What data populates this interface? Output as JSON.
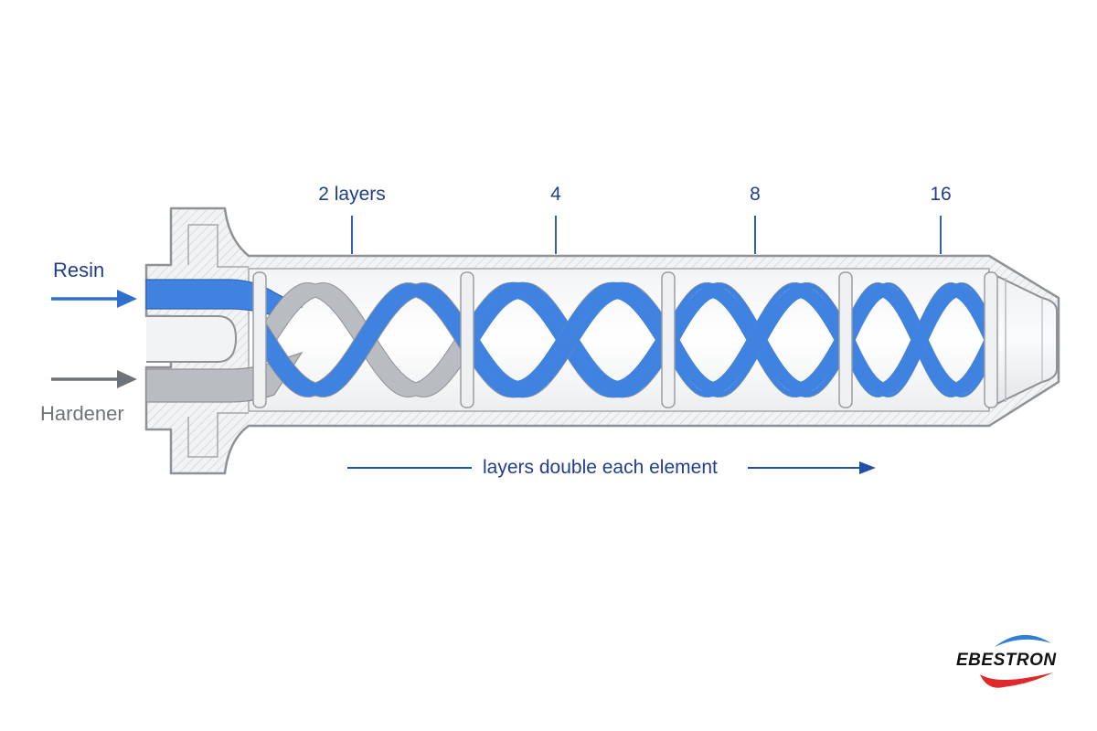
{
  "diagram": {
    "inlets": {
      "resin": "Resin",
      "hardener": "Hardener"
    },
    "stage_labels": [
      "2 layers",
      "4",
      "8",
      "16"
    ],
    "caption": "layers double each element",
    "colors": {
      "resin": "#3f82e0",
      "hardener": "#b9bcc0",
      "label_blue": "#1f3f8c",
      "label_gray": "#707479"
    }
  },
  "brand": {
    "name": "EBESTRON",
    "colors": {
      "top_swoosh": "#2f7fd6",
      "bottom_swoosh": "#e0282a"
    }
  }
}
